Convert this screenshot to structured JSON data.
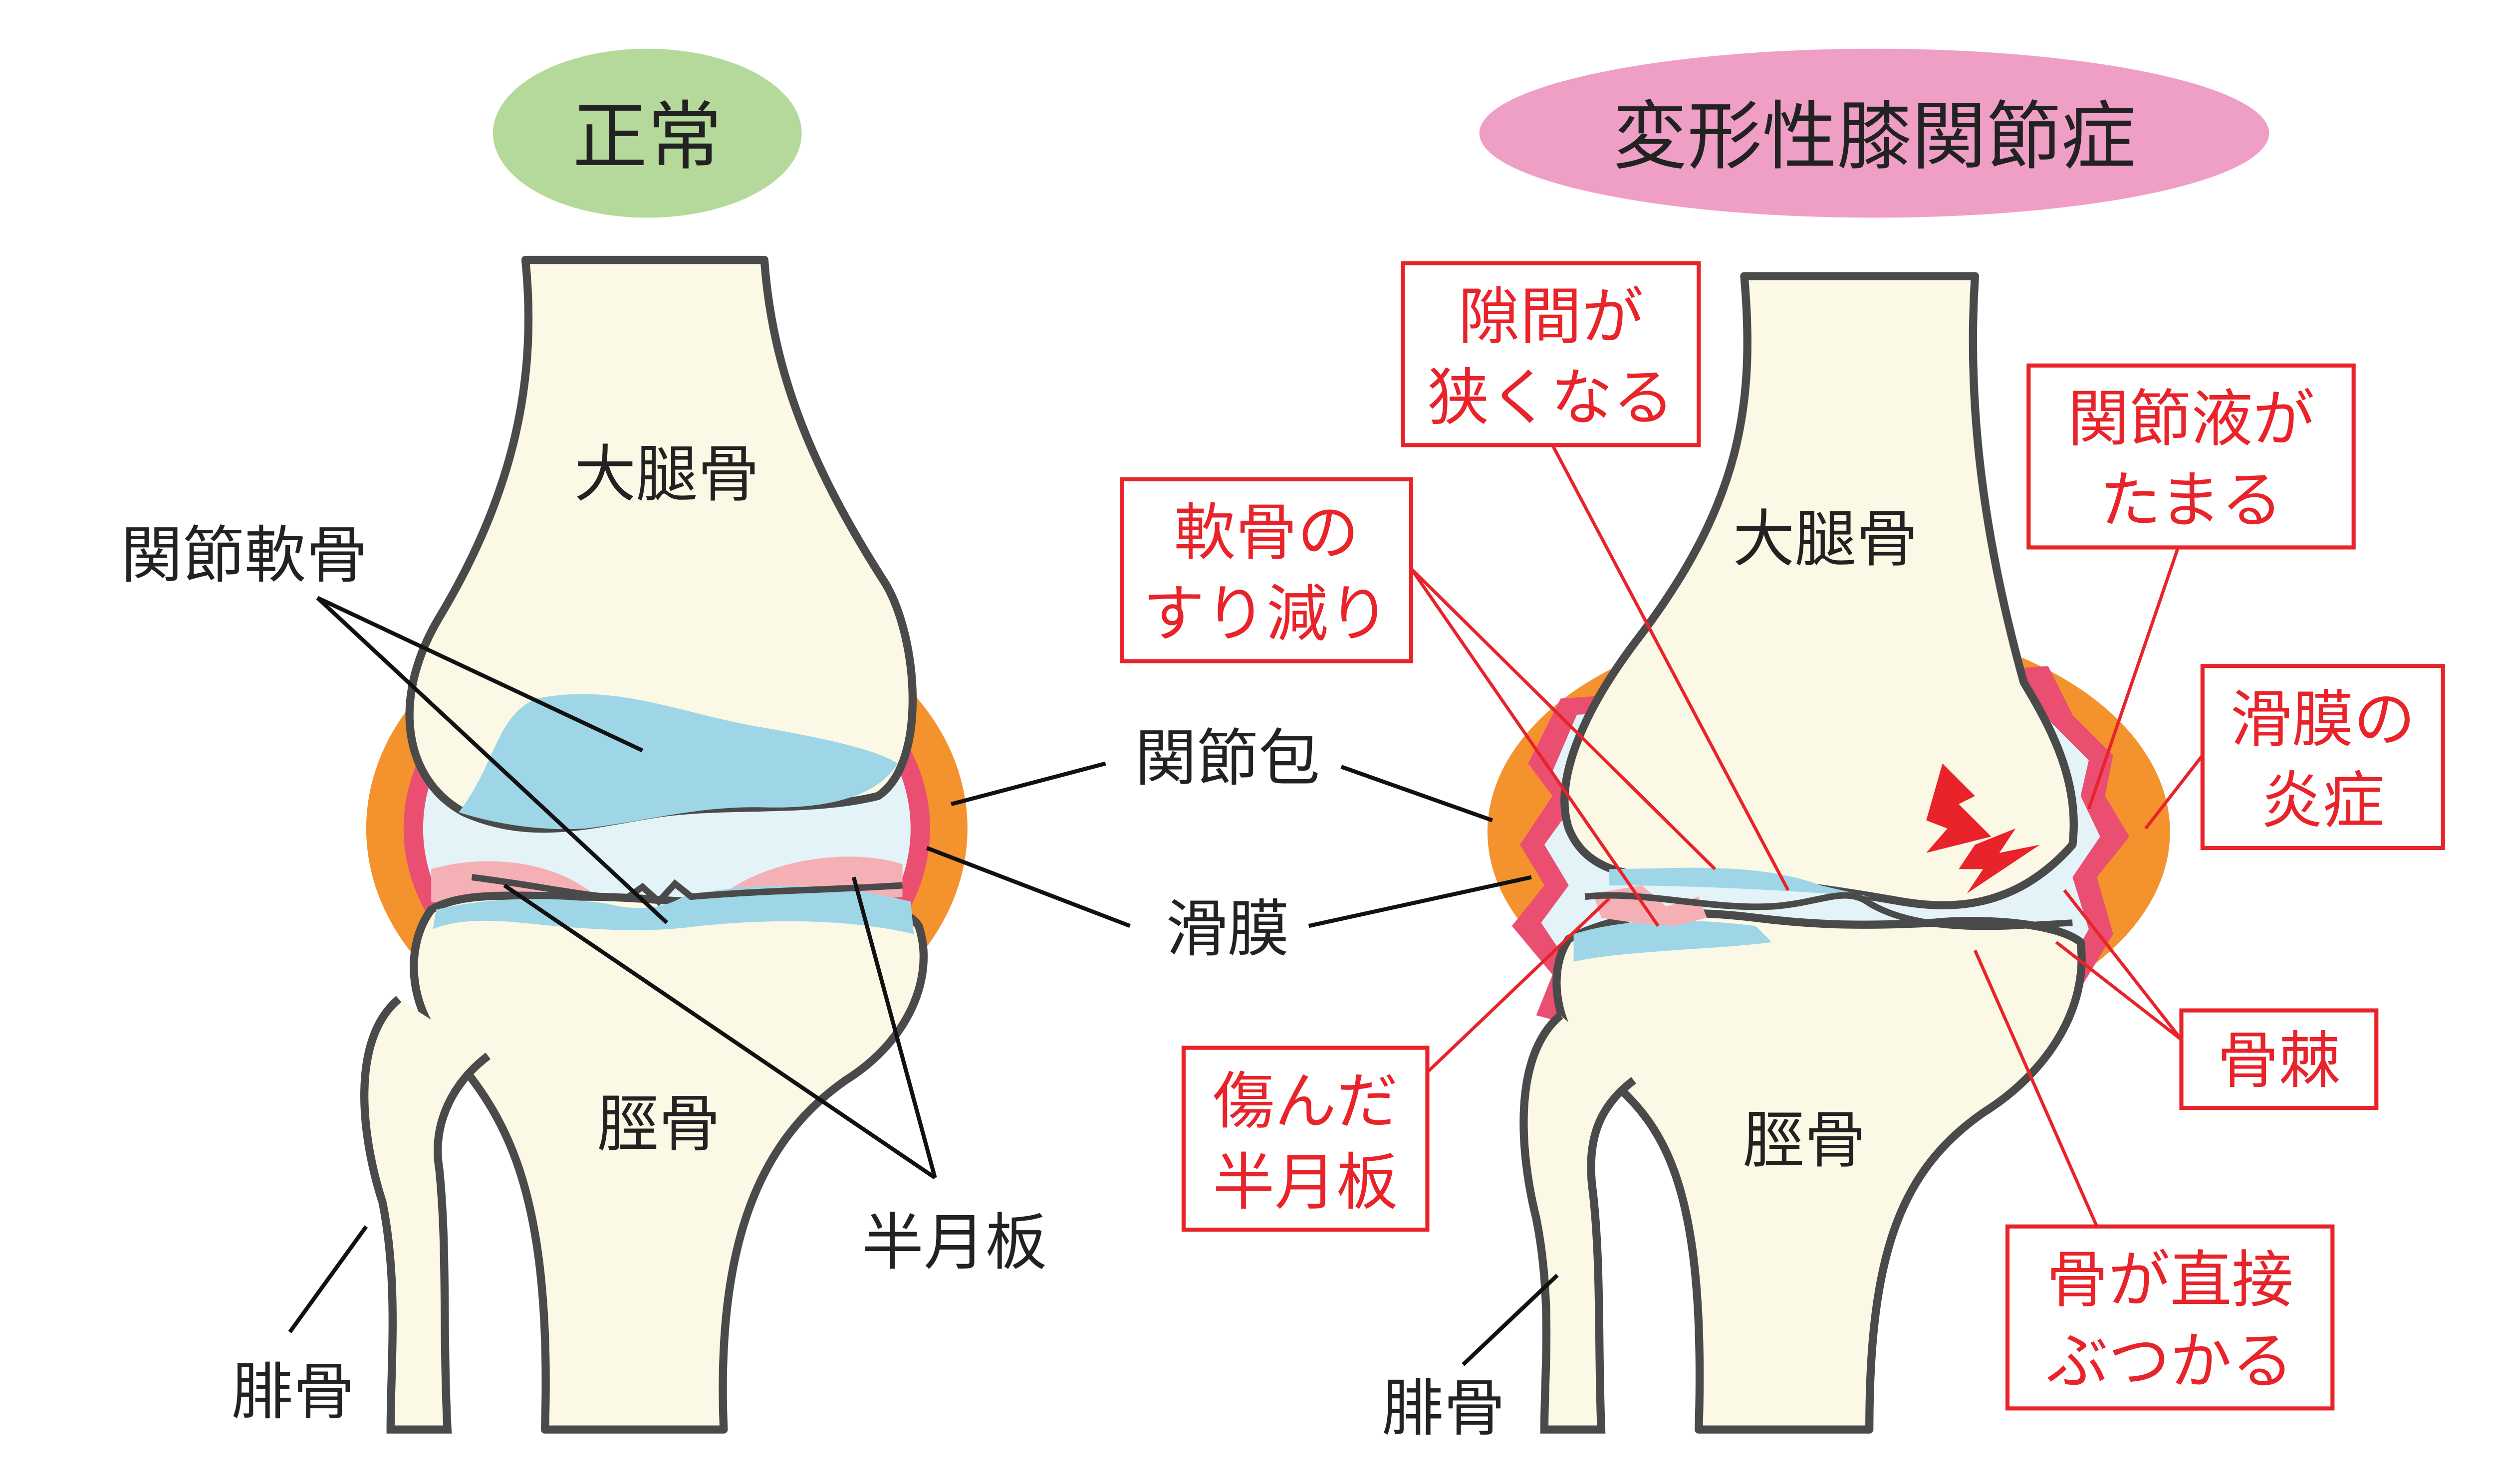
{
  "normal": {
    "badge": "正常",
    "femur": "大腿骨",
    "tibia": "脛骨",
    "fibula": "腓骨",
    "articular_cartilage": "関節軟骨",
    "joint_capsule": "関節包",
    "synovium": "滑膜",
    "meniscus": "半月板"
  },
  "oa": {
    "badge": "変形性膝関節症",
    "femur": "大腿骨",
    "tibia": "脛骨",
    "fibula": "腓骨",
    "gap_narrow": [
      "隙間が",
      "狭くなる"
    ],
    "fluid": [
      "関節液が",
      "たまる"
    ],
    "cartilage_wear": [
      "軟骨の",
      "すり減り"
    ],
    "synovitis": [
      "滑膜の",
      "炎症"
    ],
    "osteophyte": "骨棘",
    "damaged_meniscus": [
      "傷んだ",
      "半月板"
    ],
    "bone_contact": [
      "骨が直接",
      "ぶつかる"
    ]
  },
  "colors": {
    "bone_fill": "#fbf8e5",
    "outline": "#4a4a4a",
    "capsule": "#f4922e",
    "synovium": "#ea4f72",
    "cartilage": "#9ed6e8",
    "joint_space": "#e3f3f8",
    "meniscus": "#f5b0b5",
    "normal_badge": "#b5d99b",
    "oa_badge": "#ef9ec5",
    "callout_red": "#e8232a",
    "leader_black": "#111111"
  }
}
